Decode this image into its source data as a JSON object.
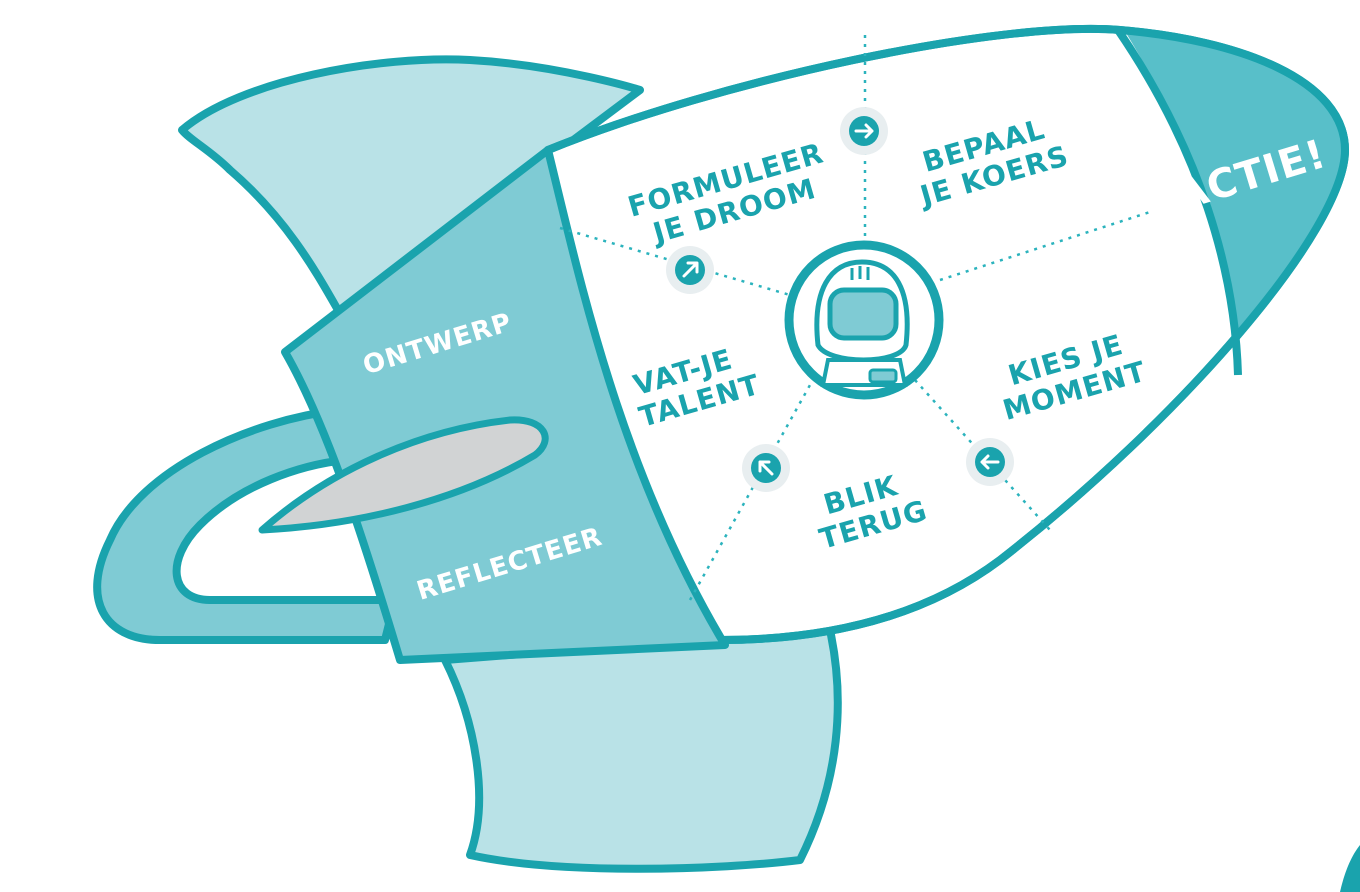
{
  "colors": {
    "outline": "#1aa3ad",
    "fin_light": "#b9e2e7",
    "band_mid": "#7fcbd4",
    "nose": "#58bfc9",
    "body": "#ffffff",
    "window_fin": "#d1d3d4",
    "dotted": "#2bb3bd"
  },
  "band": {
    "top_label": "ONTWERP",
    "bottom_label": "REFLECTEER"
  },
  "nose_label": "ACTIE!",
  "steps": [
    {
      "line1": "FORMULEER",
      "line2": "JE DROOM"
    },
    {
      "line1": "BEPAAL",
      "line2": "JE KOERS"
    },
    {
      "line1": "KIES JE",
      "line2": "MOMENT"
    },
    {
      "line1": "BLIK",
      "line2": "TERUG"
    },
    {
      "line1": "VAT-JE",
      "line2": "TALENT"
    }
  ],
  "hub_icon": "astronaut-icon",
  "arrow_icons": [
    "arrow-up-right-icon",
    "arrow-right-icon",
    "arrow-left-icon",
    "arrow-up-left-icon"
  ]
}
